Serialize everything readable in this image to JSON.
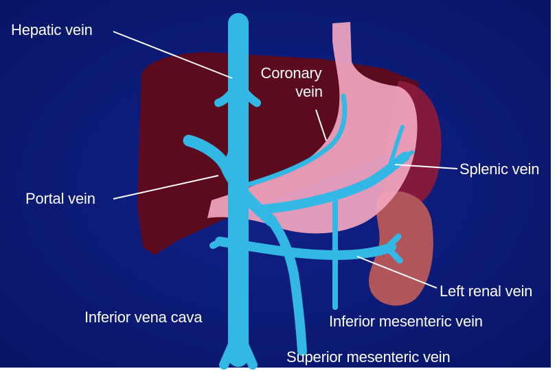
{
  "diagram": {
    "labels": {
      "hepatic_vein": "Hepatic vein",
      "coronary_vein_line1": "Coronary",
      "coronary_vein_line2": "vein",
      "splenic_vein": "Splenic vein",
      "portal_vein": "Portal vein",
      "left_renal_vein": "Left renal vein",
      "inferior_vena_cava": "Inferior vena cava",
      "inferior_mesenteric_vein": "Inferior mesenteric vein",
      "superior_mesenteric_vein": "Superior mesenteric vein"
    },
    "colors": {
      "background": "#0a1a78",
      "liver": "#5c0a1e",
      "stomach": "#f2a6c0",
      "spleen": "#8a1a3a",
      "kidney": "#b0555a",
      "vein": "#33b8e6",
      "leader_line": "#ffffff"
    }
  }
}
